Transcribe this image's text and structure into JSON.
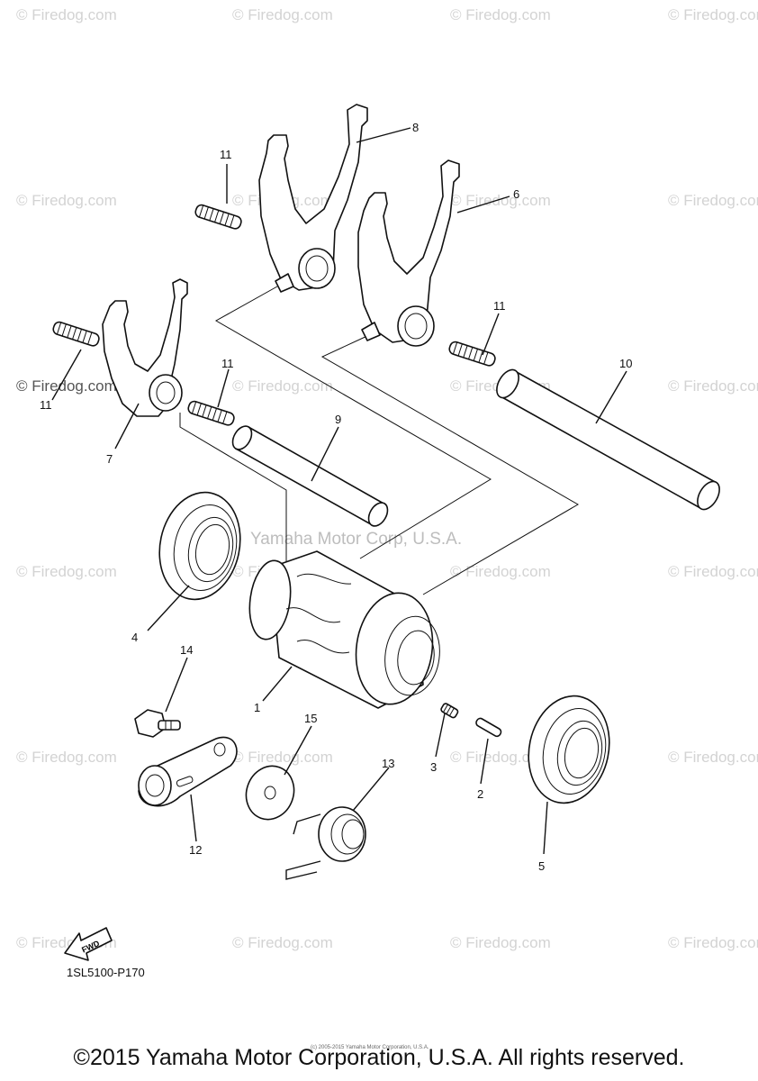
{
  "watermark_text": "© Firedog.com",
  "center_watermark": "Yamaha Motor Corp, U.S.A.",
  "fwd_label": "FWD",
  "diagram_code": "1SL5100-P170",
  "fine_print": "(c) 2005-2015 Yamaha Motor Corporation, U.S.A.",
  "copyright": "©2015 Yamaha Motor Corporation, U.S.A. All rights reserved.",
  "callouts": [
    "8",
    "11",
    "6",
    "11",
    "11",
    "11",
    "10",
    "7",
    "9",
    "4",
    "14",
    "1",
    "15",
    "13",
    "3",
    "2",
    "12",
    "5"
  ]
}
